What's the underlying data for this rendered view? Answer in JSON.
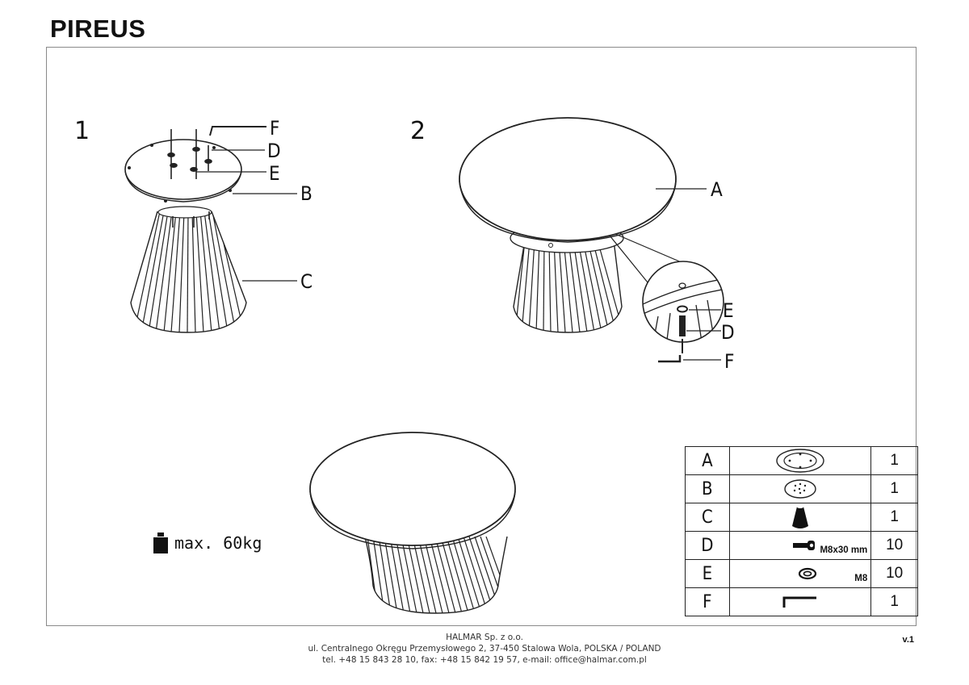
{
  "title": "PIREUS",
  "steps": [
    {
      "number": "1",
      "callouts": [
        "F",
        "D",
        "E",
        "B",
        "C"
      ]
    },
    {
      "number": "2",
      "callouts": [
        "A",
        "E",
        "D",
        "F"
      ]
    }
  ],
  "max_load": "max. 60kg",
  "parts_table": [
    {
      "letter": "A",
      "spec": "",
      "qty": "1",
      "icon": "tabletop-icon"
    },
    {
      "letter": "B",
      "spec": "",
      "qty": "1",
      "icon": "mounting-plate-icon"
    },
    {
      "letter": "C",
      "spec": "",
      "qty": "1",
      "icon": "base-icon"
    },
    {
      "letter": "D",
      "spec": "M8x30 mm",
      "qty": "10",
      "icon": "bolt-icon"
    },
    {
      "letter": "E",
      "spec": "M8",
      "qty": "10",
      "icon": "washer-icon"
    },
    {
      "letter": "F",
      "spec": "",
      "qty": "1",
      "icon": "allen-key-icon"
    }
  ],
  "footer": {
    "company": "HALMAR Sp. z o.o.",
    "address": "ul. Centralnego Okręgu Przemysłowego 2, 37-450 Stalowa Wola, POLSKA / POLAND",
    "contact": "tel. +48 15 843 28 10, fax: +48 15 842 19 57, e-mail: office@halmar.com.pl"
  },
  "version": "v.1"
}
